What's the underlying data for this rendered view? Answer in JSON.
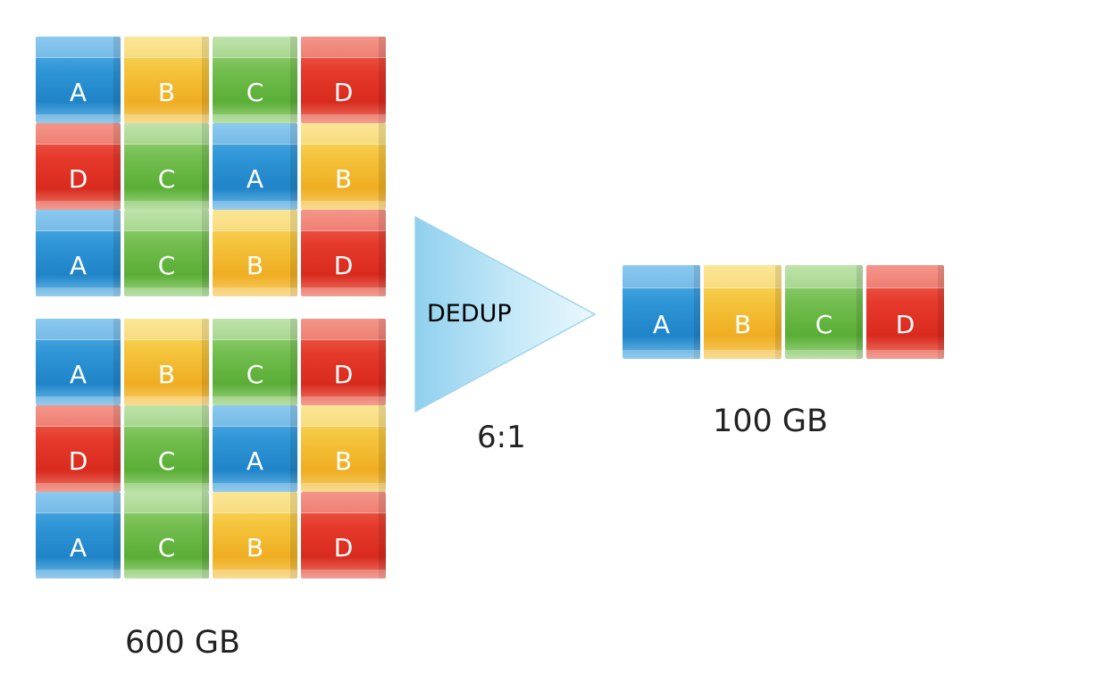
{
  "input": {
    "grid_top": [
      "A",
      "B",
      "C",
      "D",
      "D",
      "C",
      "A",
      "B",
      "A",
      "C",
      "B",
      "D"
    ],
    "grid_bottom": [
      "A",
      "B",
      "C",
      "D",
      "D",
      "C",
      "A",
      "B",
      "A",
      "C",
      "B",
      "D"
    ],
    "size_label": "600 GB"
  },
  "process": {
    "label": "DEDUP",
    "ratio": "6:1"
  },
  "output": {
    "blocks": [
      "A",
      "B",
      "C",
      "D"
    ],
    "size_label": "100 GB"
  },
  "colors": {
    "A": "#2e95d6",
    "B": "#f4c33a",
    "C": "#72bd4e",
    "D": "#e53a2b",
    "triangle_fill": "#bfe6f7"
  }
}
